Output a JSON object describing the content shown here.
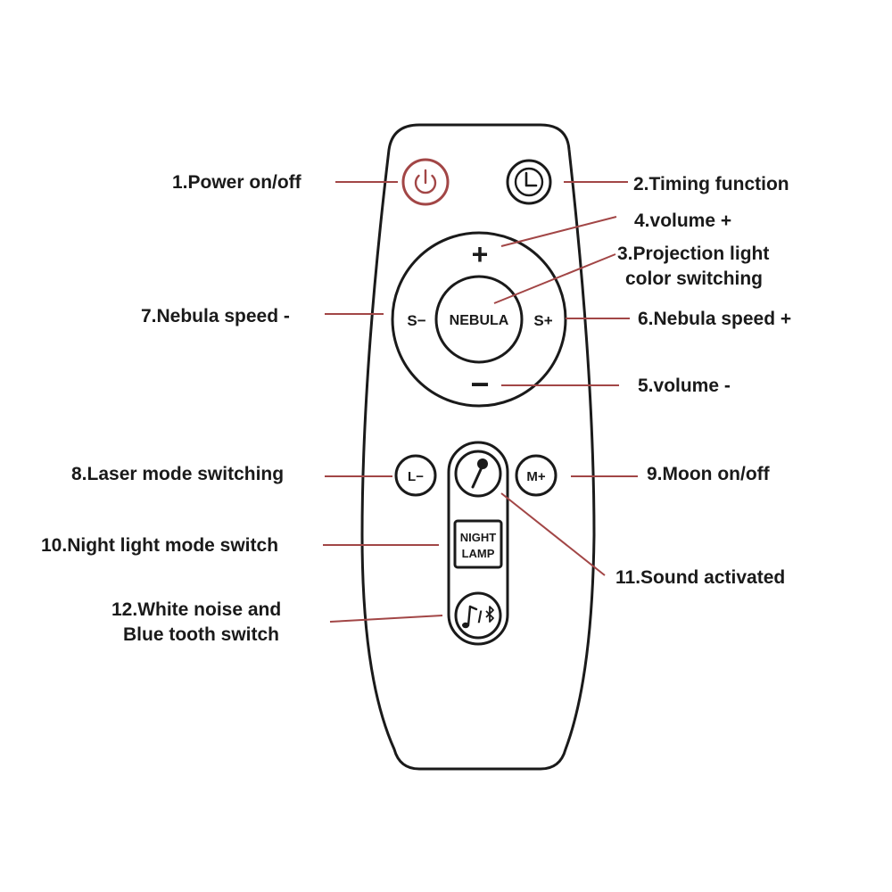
{
  "accent_color": "#a24646",
  "outline_color": "#1a1a1a",
  "remote": {
    "power_icon": "power-icon",
    "timer_icon": "clock-icon",
    "plus": "+",
    "minus": "−",
    "s_minus": "S−",
    "s_plus": "S+",
    "nebula": "NEBULA",
    "l_minus": "L−",
    "m_plus": "M+",
    "mic_icon": "microphone-icon",
    "night_lamp_line1": "NIGHT",
    "night_lamp_line2": "LAMP",
    "music_icon": "music-note-icon",
    "bluetooth_icon": "bluetooth-icon",
    "music_bt_separator": "/"
  },
  "labels": {
    "power": "1.Power on/off",
    "timing": "2.Timing function",
    "projection_line1": "3.Projection light",
    "projection_line2": "color switching",
    "volume_up": "4.volume +",
    "volume_down": "5.volume -",
    "nebula_speed_up": "6.Nebula speed +",
    "nebula_speed_down": "7.Nebula speed -",
    "laser_mode": "8.Laser mode switching",
    "moon": "9.Moon on/off",
    "night_light": "10.Night light mode switch",
    "sound_activated": "11.Sound activated",
    "white_noise_line1": "12.White noise and",
    "white_noise_line2": "Blue tooth switch"
  }
}
